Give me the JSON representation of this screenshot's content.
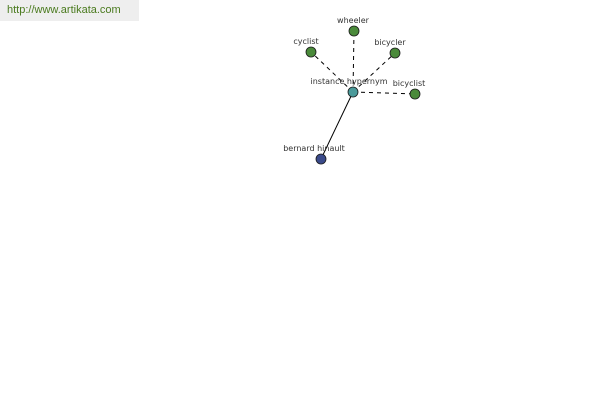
{
  "watermark": {
    "text": "http://www.artikata.com"
  },
  "colors": {
    "center_node": "#4a9a9a",
    "leaf_node": "#4a8a3a",
    "hypernym_node": "#3a4a8a",
    "edge": "#000000",
    "watermark_text": "#4a7a1e"
  },
  "graph": {
    "center": {
      "id": "center",
      "label": "instance hypernym"
    },
    "nodes": [
      {
        "id": "wheeler",
        "label": "wheeler",
        "kind": "leaf"
      },
      {
        "id": "cyclist",
        "label": "cyclist",
        "kind": "leaf"
      },
      {
        "id": "bicycler",
        "label": "bicycler",
        "kind": "leaf"
      },
      {
        "id": "bicyclist",
        "label": "bicyclist",
        "kind": "leaf"
      },
      {
        "id": "bernard",
        "label": "bernard hinault",
        "kind": "hypernym"
      }
    ],
    "edges": [
      {
        "from": "center",
        "to": "wheeler",
        "style": "dashed"
      },
      {
        "from": "center",
        "to": "cyclist",
        "style": "dashed"
      },
      {
        "from": "center",
        "to": "bicycler",
        "style": "dashed"
      },
      {
        "from": "center",
        "to": "bicyclist",
        "style": "dashed"
      },
      {
        "from": "center",
        "to": "bernard",
        "style": "solid"
      }
    ]
  }
}
